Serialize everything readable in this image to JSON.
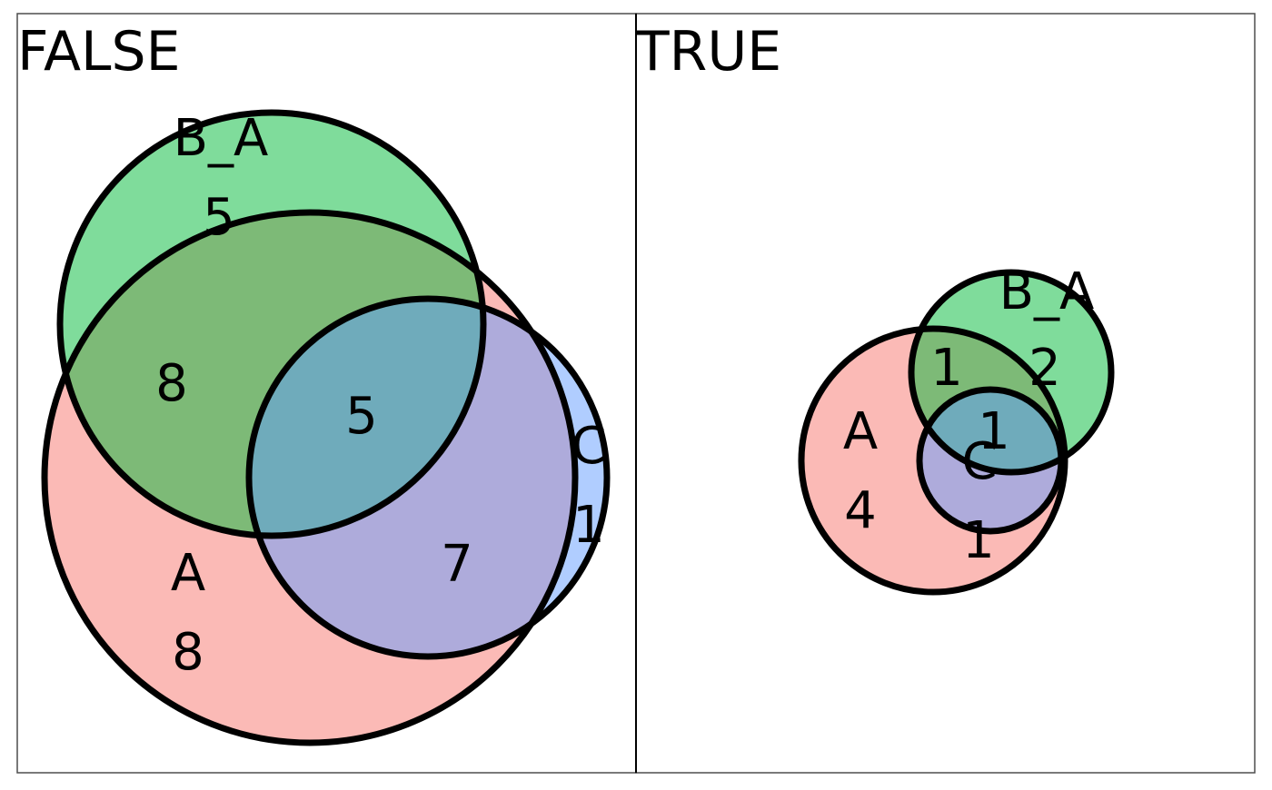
{
  "colors": {
    "A": "#f8766d",
    "B_A": "#00ba38",
    "C": "#619cff",
    "stroke": "#000000",
    "frame": "#4d4d4d"
  },
  "panels": [
    {
      "title": "FALSE",
      "sets": {
        "A": {
          "label": "A",
          "count": "8"
        },
        "B_A": {
          "label": "B_A",
          "count": "5"
        },
        "C": {
          "label": "C",
          "count": "1"
        }
      },
      "regions": {
        "A_B": "8",
        "A_B_C": "5",
        "A_C": "7"
      }
    },
    {
      "title": "TRUE",
      "sets": {
        "A": {
          "label": "A",
          "count": "4"
        },
        "B_A": {
          "label": "B_A",
          "count": "2"
        },
        "C": {
          "label": "C",
          "count": ""
        }
      },
      "regions": {
        "A_B": "1",
        "A_B_C": "1",
        "A_C": "1"
      }
    }
  ]
}
